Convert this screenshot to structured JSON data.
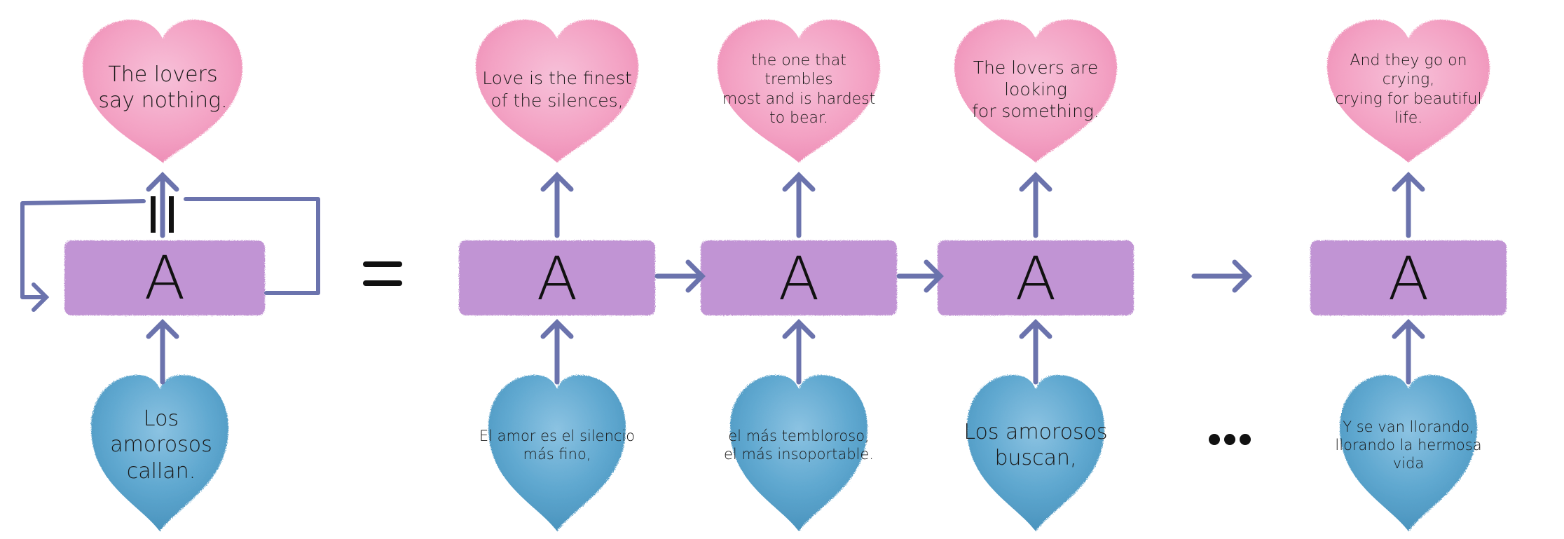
{
  "colors": {
    "pink": "#f3a1c3",
    "blue": "#5ea7cf",
    "box": "#c194d4",
    "arrow": "#6b73ad",
    "ink": "#111111"
  },
  "equals_symbol": "=",
  "ellipsis": "...",
  "folded": {
    "box_label": "A",
    "output": "The lovers\nsay nothing.",
    "input": "Los amorosos\ncallan."
  },
  "steps": [
    {
      "box_label": "A",
      "output": "Love is the finest\nof the silences,",
      "input": "El amor es el silencio\nmás fino,"
    },
    {
      "box_label": "A",
      "output": "the one that trembles\nmost and is hardest\nto bear.",
      "input": "el más tembloroso,\nel más insoportable."
    },
    {
      "box_label": "A",
      "output": "The lovers are looking\nfor something.",
      "input": "Los amorosos\nbuscan,"
    },
    {
      "box_label": "A",
      "output": "And they go on crying,\ncrying for beautiful\nlife.",
      "input": "Y se van llorando,\nllorando la hermosa\nvida"
    }
  ]
}
